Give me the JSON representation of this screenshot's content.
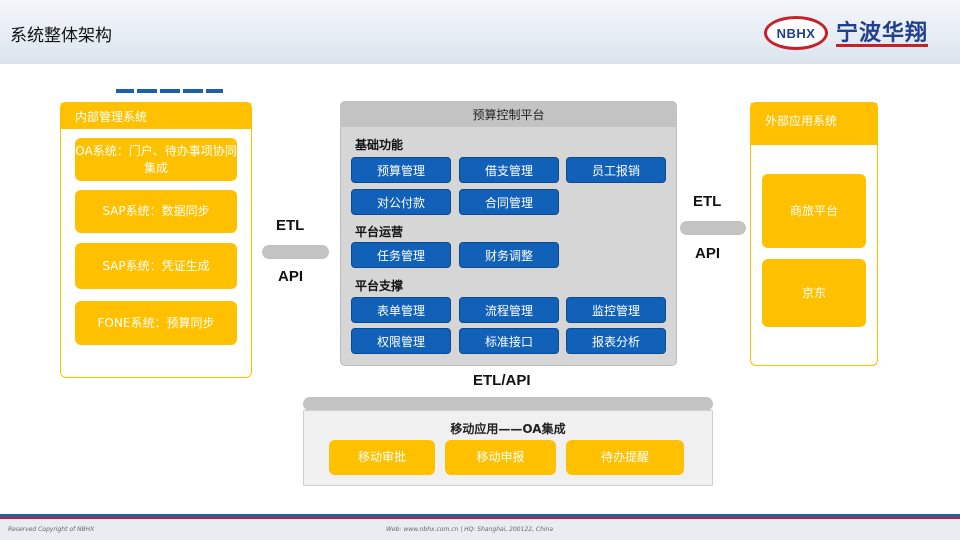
{
  "page": {
    "title": "系统整体架构"
  },
  "logo": {
    "abbr": "NBHX",
    "name": "宁波华翔"
  },
  "internal": {
    "title": "内部管理系统",
    "items": [
      "OA系统：门户、待办事项协同集成",
      "SAP系统：数据同步",
      "SAP系统：凭证生成",
      "FONE系统：预算同步"
    ]
  },
  "platform": {
    "title": "预算控制平台",
    "sections": [
      {
        "label": "基础功能",
        "buttons": [
          "预算管理",
          "借支管理",
          "员工报销",
          "对公付款",
          "合同管理"
        ]
      },
      {
        "label": "平台运营",
        "buttons": [
          "任务管理",
          "财务调整"
        ]
      },
      {
        "label": "平台支撑",
        "buttons": [
          "表单管理",
          "流程管理",
          "监控管理",
          "权限管理",
          "标准接口",
          "报表分析"
        ]
      }
    ]
  },
  "external": {
    "title": "外部应用系统",
    "items": [
      "商旅平台",
      "京东"
    ]
  },
  "connectors": {
    "left_top": "ETL",
    "left_bottom": "API",
    "right_top": "ETL",
    "right_bottom": "API",
    "bottom": "ETL/API"
  },
  "mobile": {
    "title": "移动应用——OA集成",
    "items": [
      "移动审批",
      "移动申报",
      "待办提醒"
    ]
  },
  "footer": {
    "copyright": "Reserved Copyright of NBHX",
    "contact": "Web: www.nbhx.com.cn  |  HQ: Shanghai, 200122, China"
  }
}
